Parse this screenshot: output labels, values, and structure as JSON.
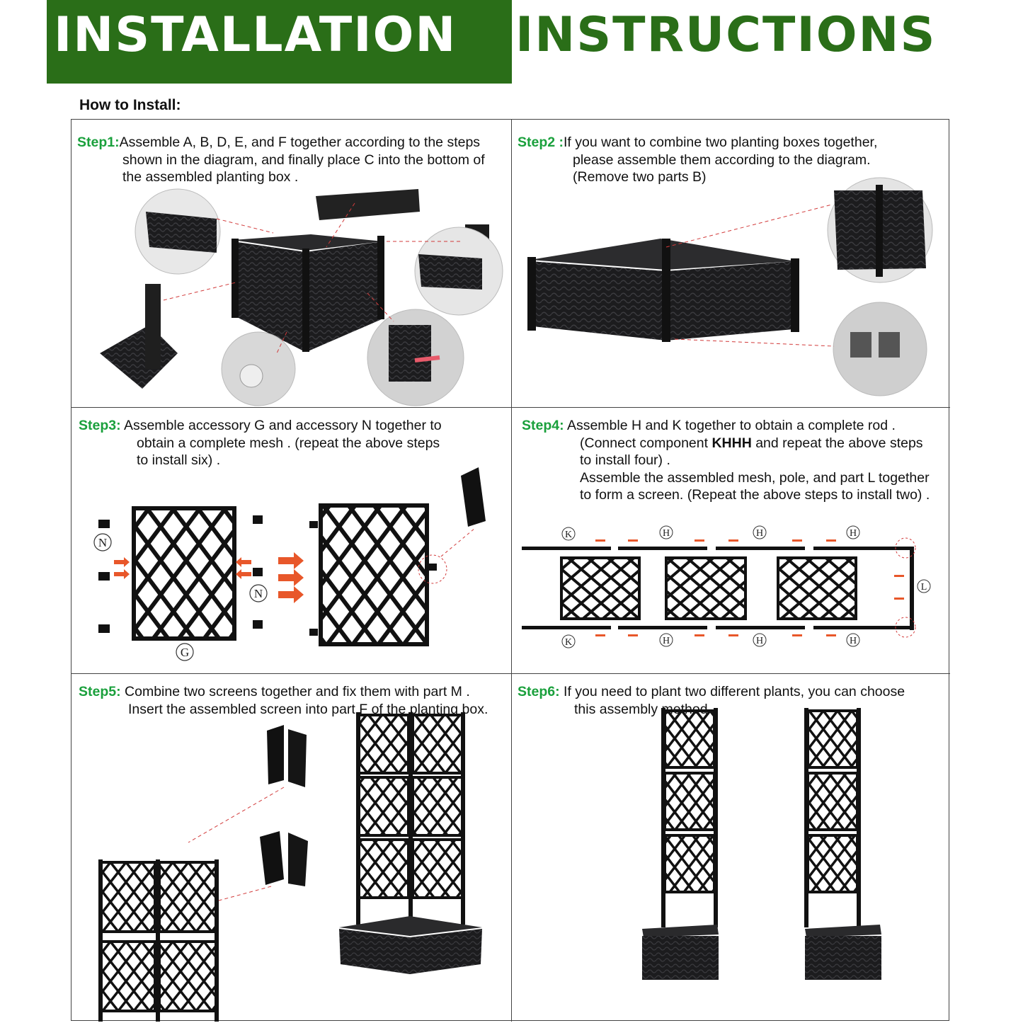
{
  "banner": {
    "left": "INSTALLATION",
    "right": "INSTRUCTIONS",
    "colors": {
      "green": "#2a6e18",
      "step_green": "#1aa03c",
      "arrow": "#e8572a"
    }
  },
  "subtitle": "How to Install:",
  "steps": [
    {
      "label": "Step1:",
      "lines": [
        "Assemble A, B, D, E, and F together according to the steps",
        "shown in the diagram, and finally place C into the bottom of",
        "the assembled planting box ."
      ]
    },
    {
      "label": "Step2 :",
      "lines": [
        "If you want to combine two planting boxes together,",
        "please assemble them according to the diagram.",
        "(Remove two parts B)"
      ]
    },
    {
      "label": "Step3:",
      "lines": [
        "Assemble accessory G and accessory N together to",
        "obtain a complete mesh  . (repeat the above steps",
        "to install six) ."
      ],
      "part_labels": [
        "N",
        "N",
        "G"
      ]
    },
    {
      "label": "Step4:",
      "line1": "Assemble H and K together to obtain a complete rod .",
      "line2_pre": "(Connect component ",
      "line2_bold": "KHHH",
      "line2_post": " and repeat the above steps",
      "line3": "to install four) .",
      "line4": "Assemble the assembled mesh, pole, and part L together",
      "line5": "to form a screen. (Repeat the above steps to install two) .",
      "part_labels": [
        "K",
        "H",
        "H",
        "H",
        "K",
        "H",
        "H",
        "H",
        "L"
      ]
    },
    {
      "label": "Step5:",
      "lines": [
        "Combine two screens together and fix them with part M .",
        "Insert the assembled screen into part F of the planting box."
      ]
    },
    {
      "label": "Step6:",
      "lines": [
        "If you need to plant two different plants, you can choose",
        "this assembly method ."
      ]
    }
  ]
}
